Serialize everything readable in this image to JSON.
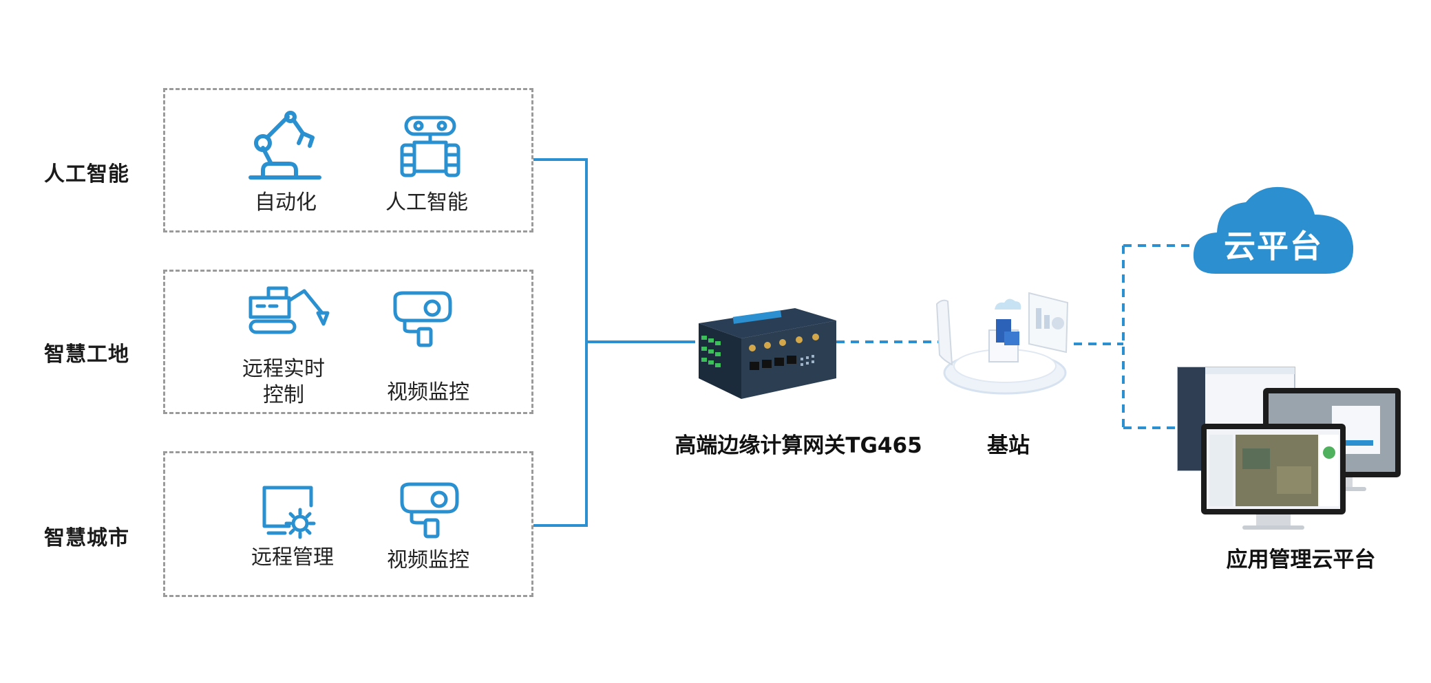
{
  "rows": [
    {
      "label": "人工智能",
      "items": [
        {
          "label": "自动化",
          "icon": "robot-arm-icon"
        },
        {
          "label": "人工智能",
          "icon": "robot-icon"
        }
      ]
    },
    {
      "label": "智慧工地",
      "items": [
        {
          "label": "远程实时\n控制",
          "icon": "excavator-icon"
        },
        {
          "label": "视频监控",
          "icon": "camera-icon"
        }
      ]
    },
    {
      "label": "智慧城市",
      "items": [
        {
          "label": "远程管理",
          "icon": "monitor-gear-icon"
        },
        {
          "label": "视频监控",
          "icon": "camera-icon"
        }
      ]
    }
  ],
  "gateway": {
    "label": "高端边缘计算网关TG465"
  },
  "base_station": {
    "label": "基站"
  },
  "cloud": {
    "label": "云平台"
  },
  "platform": {
    "label": "应用管理云平台"
  },
  "colors": {
    "accent": "#2b8fd0",
    "icon": "#2a90cf",
    "box_border": "#9a9a9a"
  }
}
